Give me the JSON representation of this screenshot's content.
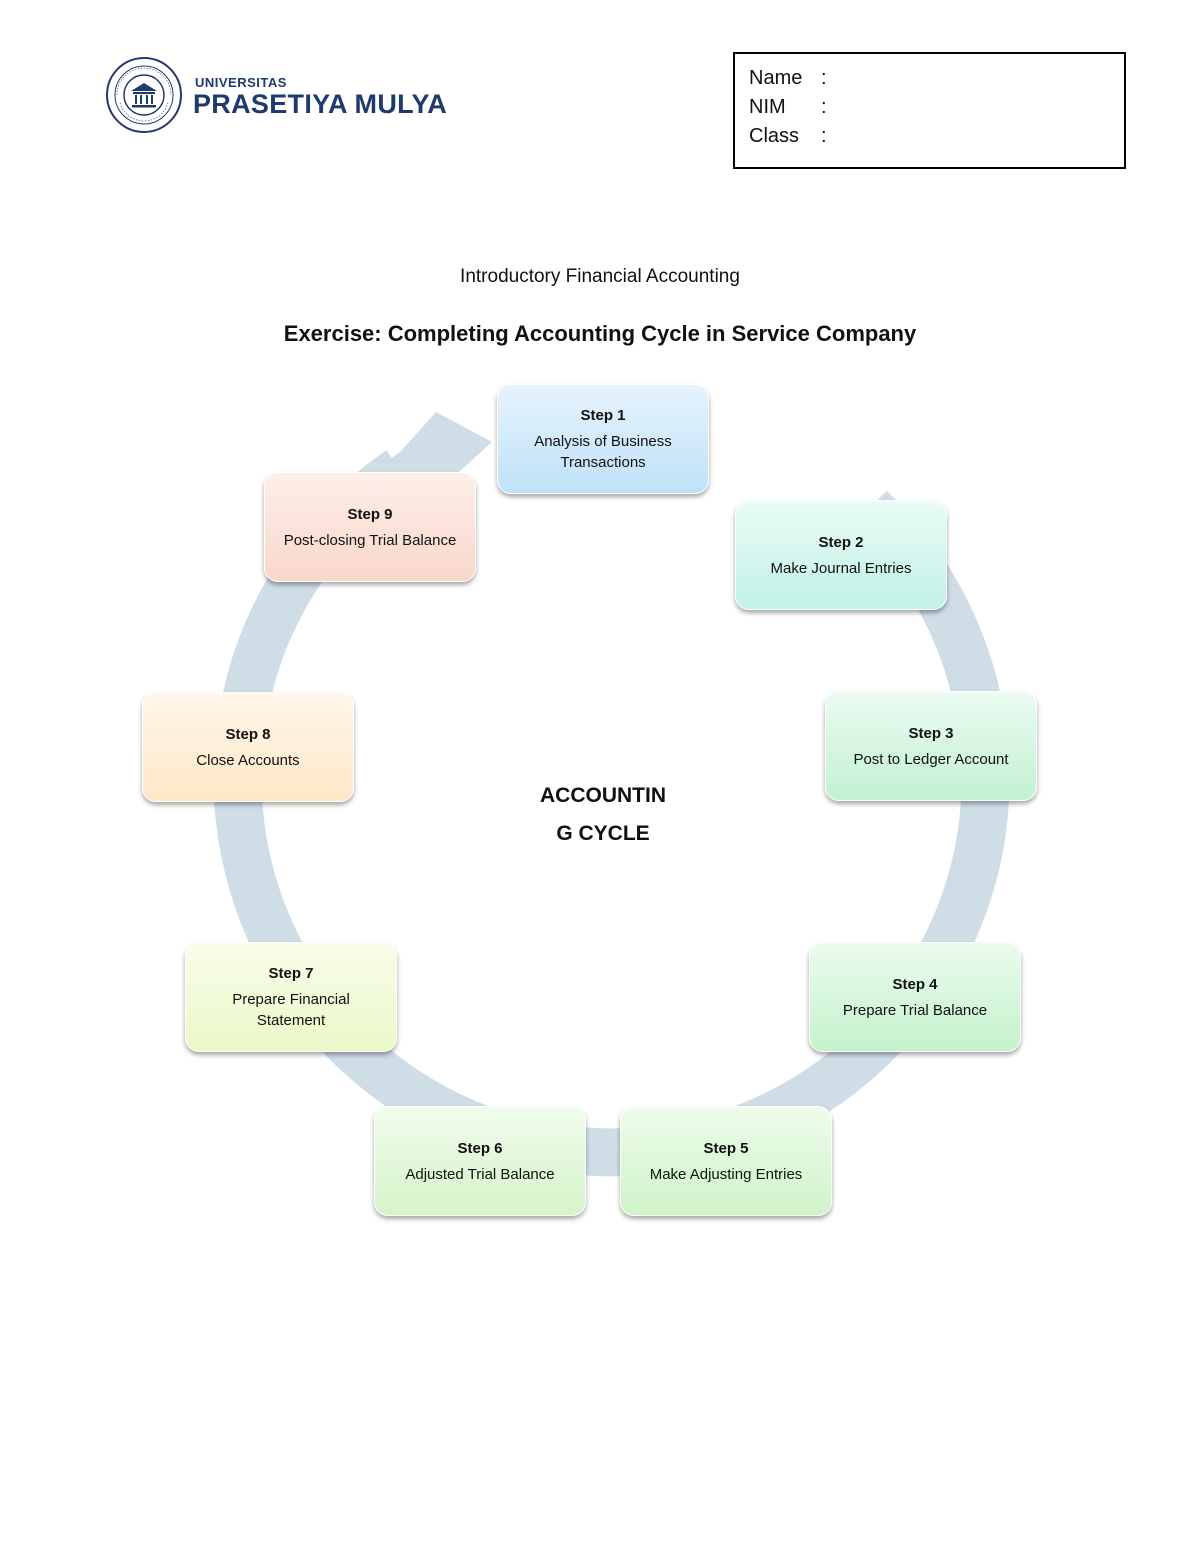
{
  "header": {
    "logo_top": "UNIVERSITAS",
    "logo_main": "PRASETIYA MULYA",
    "fields": [
      {
        "label": "Name",
        "sep": ":"
      },
      {
        "label": "NIM",
        "sep": ":"
      },
      {
        "label": "Class",
        "sep": ":"
      }
    ]
  },
  "doc": {
    "subtitle": "Introductory Financial Accounting",
    "title": "Exercise: Completing Accounting Cycle in Service Company"
  },
  "cycle": {
    "center_line1": "ACCOUNTIN",
    "center_line2": "G CYCLE",
    "arrow_color": "#cfdde7",
    "steps": [
      {
        "num": "Step 1",
        "text": "Analysis of Business Transactions",
        "color_top": "#e6f3fc",
        "color_bottom": "#bfe2f8"
      },
      {
        "num": "Step 2",
        "text": "Make Journal Entries",
        "color_top": "#e9fbf7",
        "color_bottom": "#c2f1e5"
      },
      {
        "num": "Step 3",
        "text": "Post to Ledger Account",
        "color_top": "#ebfbf1",
        "color_bottom": "#c3f1d3"
      },
      {
        "num": "Step 4",
        "text": "Prepare Trial Balance",
        "color_top": "#ebfbee",
        "color_bottom": "#c4f2cc"
      },
      {
        "num": "Step 5",
        "text": "Make Adjusting Entries",
        "color_top": "#eefcec",
        "color_bottom": "#cff3c8"
      },
      {
        "num": "Step 6",
        "text": "Adjusted Trial Balance",
        "color_top": "#f1fcec",
        "color_bottom": "#d6f4c9"
      },
      {
        "num": "Step 7",
        "text": "Prepare Financial Statement",
        "color_top": "#f9fdea",
        "color_bottom": "#eaf8c8"
      },
      {
        "num": "Step 8",
        "text": "Close Accounts",
        "color_top": "#fff7ea",
        "color_bottom": "#fde8c7"
      },
      {
        "num": "Step 9",
        "text": "Post-closing Trial Balance",
        "color_top": "#fdefe9",
        "color_bottom": "#f9d7cb"
      }
    ]
  }
}
